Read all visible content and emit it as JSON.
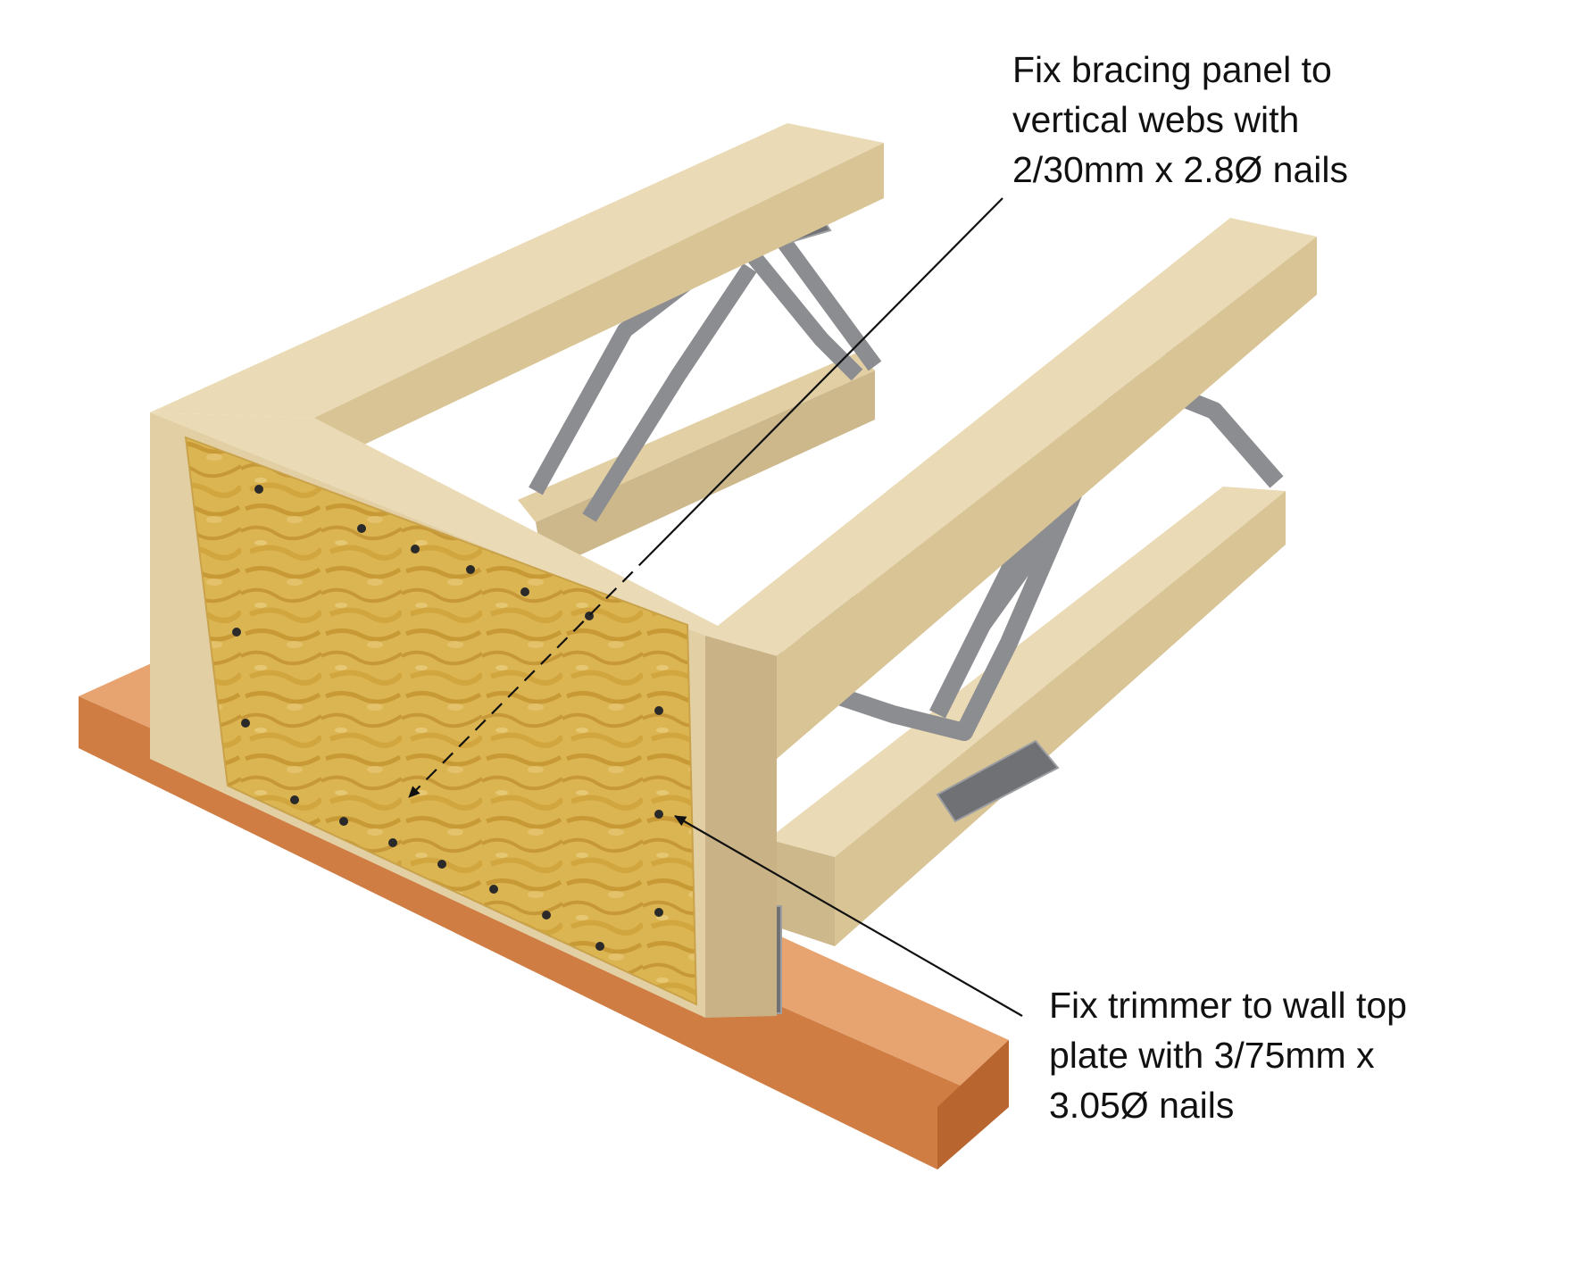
{
  "callouts": {
    "top": {
      "lines": [
        "Fix bracing panel to",
        "vertical webs with",
        "2/30mm x 2.8Ø nails"
      ]
    },
    "bottom": {
      "lines": [
        "Fix trimmer to wall top",
        "plate with 3/75mm x",
        "3.05Ø nails"
      ]
    }
  },
  "colors": {
    "timber": "#e3cfa4",
    "timber_top": "#eadbb6",
    "timber_shadow": "#c9b386",
    "wall_plate": "#d9894e",
    "wall_plate_top": "#e7a470",
    "plywood": "#d9b24e",
    "metal_web": "#8b8d90",
    "nail": "#2a2a2a",
    "arrow": "#111111"
  }
}
